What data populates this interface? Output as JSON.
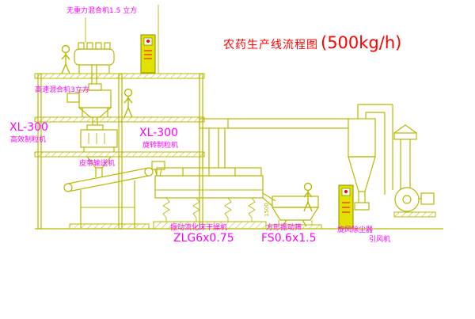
{
  "title": {
    "name": "农药生产线流程图",
    "capacity": "(500kg/h)"
  },
  "labels": {
    "gravity_mixer": "无重力混合机1.5 立方",
    "high_speed_mixer": "高速混合机3立方",
    "granulator_left_model": "XL-300",
    "granulator_left_name": "高效制粒机",
    "granulator_mid_model": "XL-300",
    "granulator_mid_name": "旋转制粒机",
    "belt_conveyor": "皮带输送机",
    "dryer_name": "振动流化床干燥机",
    "dryer_model": "ZLG6x0.75",
    "screen_name": "方形振动筛",
    "screen_model": "FS0.6x1.5",
    "cyclone": "旋风除尘器",
    "fan": "引风机",
    "dim_1500": "1500"
  },
  "colors": {
    "line": "#b9b900",
    "label": "#ff00ff",
    "title": "#ff0000",
    "panel_fill": "#e2e200",
    "alert": "#ff0000",
    "background": "#ffffff"
  }
}
